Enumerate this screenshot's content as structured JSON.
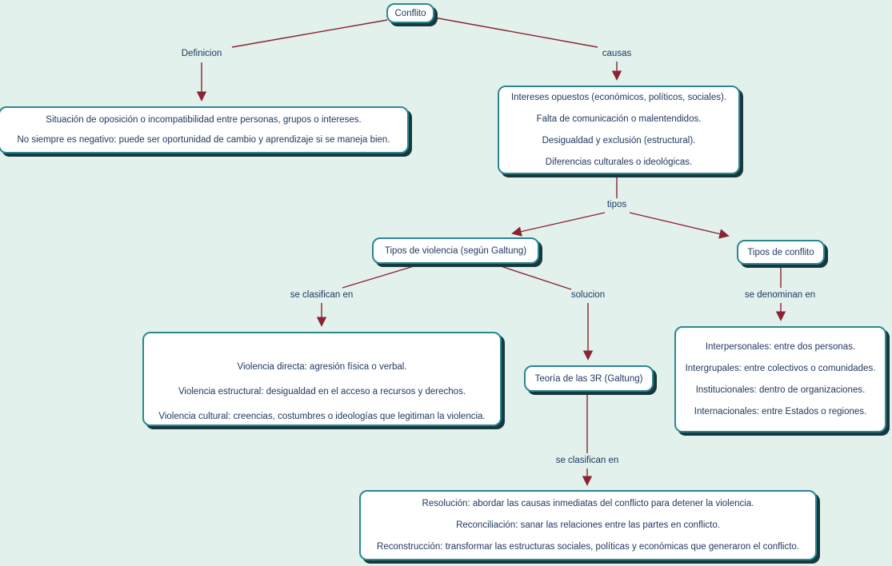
{
  "diagram": {
    "root_label": "Conflito",
    "colors": {
      "background": "#e2f1ec",
      "node_border": "#2b8792",
      "node_fill": "#ffffff",
      "node_shadow": "#16393e",
      "text": "#21395f",
      "connector": "#8b2332"
    },
    "edges": {
      "definicion": "Definicion",
      "causas": "causas",
      "tipos": "tipos",
      "se_clasifican_violencia": "se clasifican en",
      "solucion": "solucion",
      "se_denominan": "se denominan en",
      "se_clasifican_3r": "se clasifican en"
    },
    "nodes": {
      "violence_types": "Tipos de violencia (según Galtung)",
      "conflict_types": "Tipos de conflito",
      "r3_theory": "Teoría de las 3R (Galtung)"
    },
    "boxes": {
      "definition": [
        "Situación de oposición o incompatibilidad entre personas, grupos o intereses.",
        "No siempre es negativo: puede ser oportunidad de cambio y aprendizaje si se maneja bien."
      ],
      "causes": [
        "Intereses opuestos (económicos, políticos, sociales).",
        "Falta de comunicación o malentendidos.",
        "Desigualdad y exclusión (estructural).",
        "Diferencias culturales o ideológicas."
      ],
      "violence": [
        "Violencia directa: agresión física o verbal.",
        "Violencia estructural: desigualdad en el acceso a recursos y derechos.",
        "Violencia cultural: creencias, costumbres o ideologías que legitiman la violencia."
      ],
      "conflict_kinds": [
        "Interpersonales: entre dos personas.",
        "Intergrupales: entre colectivos o comunidades.",
        "Institucionales: dentro de organizaciones.",
        "Internacionales: entre Estados o regiones."
      ],
      "r3": [
        "Resolución: abordar las causas inmediatas del conflicto para detener la violencia.",
        "Reconciliación: sanar las relaciones entre las partes en conflicto.",
        "Reconstrucción: transformar las estructuras sociales, políticas y económicas que generaron el conflicto."
      ]
    }
  }
}
